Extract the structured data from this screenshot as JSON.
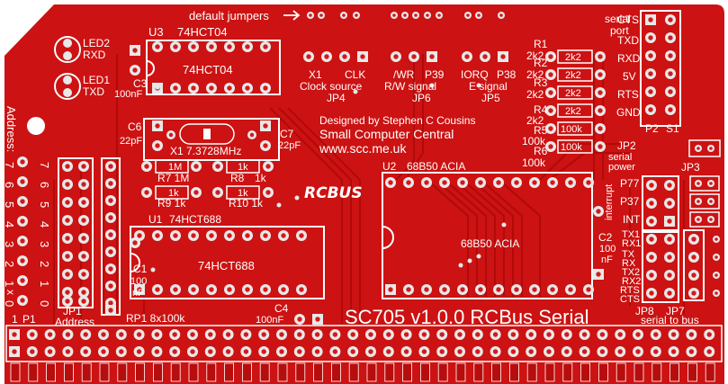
{
  "colors": {
    "board": "#cc1212",
    "board_dark": "#b80d0d",
    "trace": "#b50a0a",
    "silk": "#ffffff",
    "pad": "#e8e8e8",
    "hole": "#d21a1a",
    "gold": "#d9b84a"
  },
  "top": {
    "default_jumpers": "default jumpers"
  },
  "leds": {
    "led2": "LED2",
    "rxd": "RXD",
    "led1": "LED1",
    "txd": "TXD"
  },
  "u3": {
    "ref": "U3",
    "part": "74HCT04",
    "body": "74HCT04"
  },
  "c3": {
    "ref": "C3",
    "value": "100nF"
  },
  "jumpers": {
    "x1": "X1",
    "clk": "CLK",
    "clock_source": "Clock source",
    "jp4": "JP4",
    "wr": "/WR",
    "p39": "P39",
    "rw_signal": "R/W signal",
    "jp6": "JP6",
    "iorq": "IORQ",
    "p38": "P38",
    "e_signal": "E signal",
    "jp5": "JP5"
  },
  "resistors": {
    "r1": "R1",
    "r1v": "2k2",
    "r2": "R2",
    "r2v": "2k2",
    "r3": "R3",
    "r3v": "2k2",
    "r4": "R4",
    "r4v": "2k2",
    "r5": "R5",
    "r5v": "100k",
    "r6": "R6",
    "r6v": "100k",
    "box_2k2": "2k2",
    "box_100k": "100k"
  },
  "serial_port": {
    "title": "serial\nport",
    "title_line1": "serial",
    "title_line2": "port",
    "pins": [
      "CTS",
      "TXD",
      "RXD",
      "5V",
      "RTS",
      "GND"
    ],
    "p2": "P2",
    "s1": "S1"
  },
  "jp2": {
    "ref": "JP2",
    "label_line1": "serial",
    "label_line2": "power"
  },
  "credits": {
    "line1": "Designed by Stephen C Cousins",
    "line2": "Small Computer Central",
    "line3": "www.scc.me.uk"
  },
  "crystal": {
    "c6": "C6",
    "c6v": "22pF",
    "c7": "C7",
    "c7v": "22pF",
    "x1": "X1 7.3728MHz",
    "r7": "R7 1M",
    "r7box": "1M",
    "r8": "R8",
    "r8v": "1k",
    "r8box": "1k",
    "r9": "R9 1k",
    "r9box": "1k",
    "r10": "R10 1k",
    "r10box": "1k"
  },
  "logo": "RCBUS",
  "u2": {
    "ref": "U2",
    "part": "68B50 ACIA",
    "body": "68B50 ACIA"
  },
  "c2": {
    "ref": "C2",
    "value1": "100",
    "value2": "nF"
  },
  "interrupt": {
    "label": "interrupt",
    "jp3": "JP3",
    "p77": "P77",
    "p37": "P37",
    "int": "INT"
  },
  "serial_bus": {
    "tx1": "TX1",
    "rx1": "RX1",
    "tx_": "TX",
    "rx_": "RX",
    "tx2": "TX2",
    "rx2": "RX2",
    "rts": "RTS",
    "cts": "CTS",
    "jp8": "JP8",
    "jp7": "JP7",
    "label": "serial to bus"
  },
  "address": {
    "title": "Address:",
    "bits": [
      "7",
      "6",
      "5",
      "4",
      "3",
      "2",
      "1",
      "0"
    ],
    "x": "x",
    "jp1": "JP1",
    "jp1_label": "Address",
    "rp1": "RP1 8x100k"
  },
  "u1": {
    "ref": "U1",
    "part": "74HCT688",
    "body": "74HCT688"
  },
  "c1": {
    "ref": "C1",
    "value1": "100",
    "value2": "nF"
  },
  "c4": {
    "ref": "C4",
    "value": "100nF"
  },
  "p1": {
    "pin1": "1",
    "ref": "P1"
  },
  "title": "SC705 v1.0.0 RCBus Serial"
}
